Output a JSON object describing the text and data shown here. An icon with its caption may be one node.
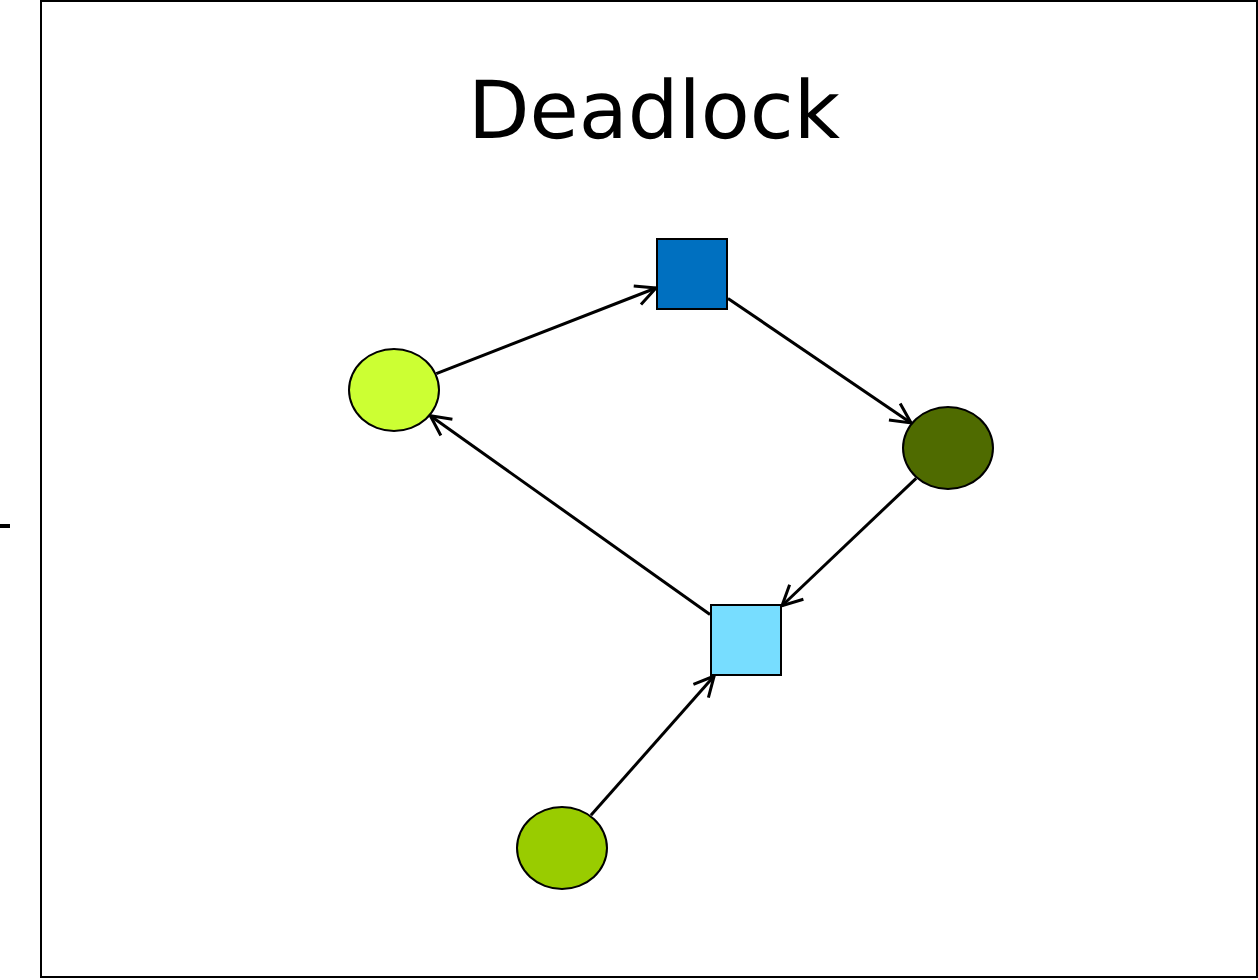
{
  "diagram": {
    "title": "Deadlock",
    "nodes": [
      {
        "text": [],
        "shape": "box"
      },
      {
        "text": [],
        "shape": "circle"
      },
      {
        "text": [],
        "shape": "circle"
      },
      {
        "text": [],
        "shape": "box"
      },
      {
        "text": [],
        "shape": "circle"
      }
    ],
    "edges": [
      {
        "from": 1,
        "to": 0,
        "arrow": "to"
      },
      {
        "from": 0,
        "to": 2,
        "arrow": "to"
      },
      {
        "from": 2,
        "to": 3,
        "arrow": "to"
      },
      {
        "from": 3,
        "to": 1,
        "arrow": "to"
      },
      {
        "from": 4,
        "to": 3,
        "arrow": "to"
      }
    ]
  }
}
